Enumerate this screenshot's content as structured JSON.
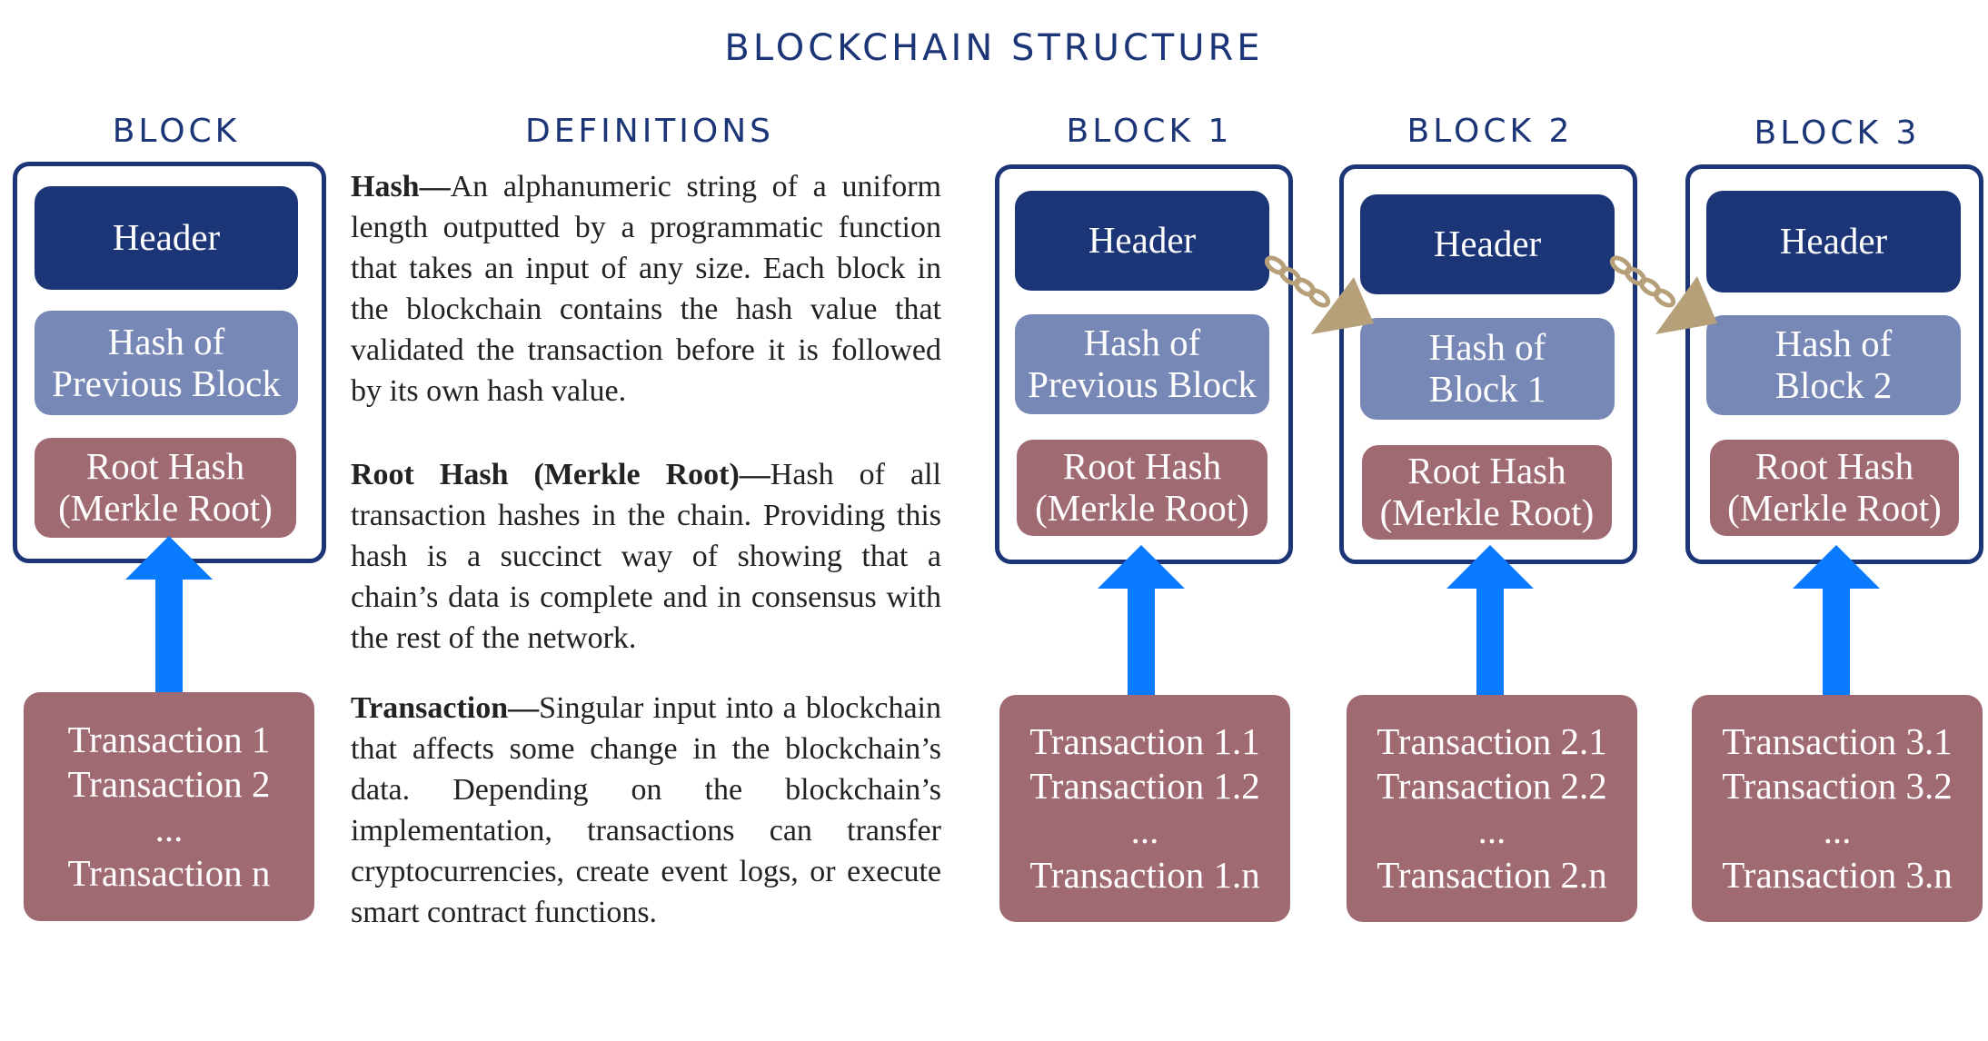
{
  "title": "BLOCKCHAIN STRUCTURE",
  "left_column": {
    "heading": "BLOCK",
    "header_label": "Header",
    "hash_label_line1": "Hash of",
    "hash_label_line2": "Previous Block",
    "root_line1": "Root Hash",
    "root_line2": "(Merkle Root)",
    "transactions": [
      "Transaction 1",
      "Transaction 2",
      "...",
      "Transaction n"
    ]
  },
  "definitions": {
    "heading": "DEFINITIONS",
    "items": [
      {
        "term": "Hash—",
        "text": "An alphanumeric string of a uniform length outputted by a programmatic function that takes an input of any size. Each block in the blockchain contains the hash value that validated the transaction before it is followed by its own hash value."
      },
      {
        "term": "Root Hash (Merkle Root)—",
        "text": "Hash of all transaction hashes in the chain. Providing this hash is a succinct way of showing that a chain’s data is complete and in consensus with the rest of the network."
      },
      {
        "term": "Transaction—",
        "text": "Singular input into a blockchain that affects some change in the blockchain’s data. Depending on the blockchain’s implementation, transactions can transfer cryptocurrencies, create event logs, or execute smart contract functions."
      }
    ]
  },
  "blocks": [
    {
      "heading": "BLOCK 1",
      "header_label": "Header",
      "hash_line1": "Hash of",
      "hash_line2": "Previous Block",
      "root_line1": "Root Hash",
      "root_line2": "(Merkle Root)",
      "transactions": [
        "Transaction 1.1",
        "Transaction 1.2",
        "...",
        "Transaction 1.n"
      ]
    },
    {
      "heading": "BLOCK 2",
      "header_label": "Header",
      "hash_line1": "Hash of",
      "hash_line2": "Block 1",
      "root_line1": "Root Hash",
      "root_line2": "(Merkle Root)",
      "transactions": [
        "Transaction 2.1",
        "Transaction 2.2",
        "...",
        "Transaction 2.n"
      ]
    },
    {
      "heading": "BLOCK 3",
      "header_label": "Header",
      "hash_line1": "Hash of",
      "hash_line2": "Block 2",
      "root_line1": "Root Hash",
      "root_line2": "(Merkle Root)",
      "transactions": [
        "Transaction 3.1",
        "Transaction 3.2",
        "...",
        "Transaction 3.n"
      ]
    }
  ],
  "colors": {
    "navy": "#1c3577",
    "periwinkle": "#7888b6",
    "mauve": "#a06a73",
    "arrow_blue": "#0a7aff",
    "chain_gold": "#b5a07a"
  }
}
